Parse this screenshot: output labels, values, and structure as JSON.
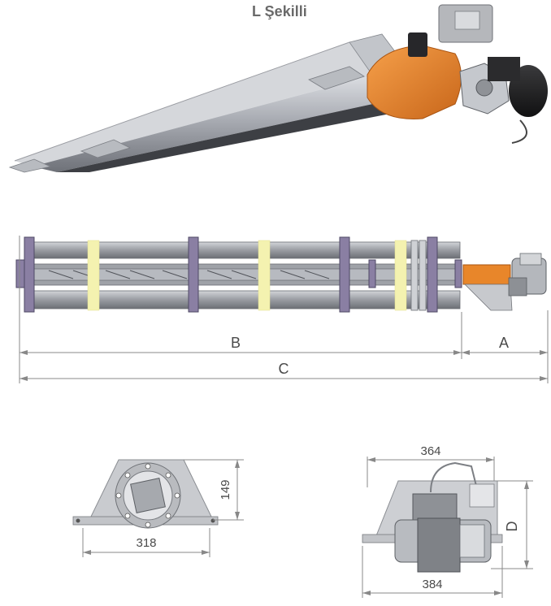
{
  "title": "L Şekilli",
  "dimensions": {
    "a": "A",
    "b": "B",
    "c": "C",
    "d": "D",
    "side_height": "149",
    "side_width": "318",
    "rear_top_width": "364",
    "rear_bottom_width": "384"
  },
  "colors": {
    "burner_orange": "#e8862a",
    "steel": "#b9bcc2",
    "flange_purple": "#8a7fa3",
    "dimension_line": "#888888"
  }
}
